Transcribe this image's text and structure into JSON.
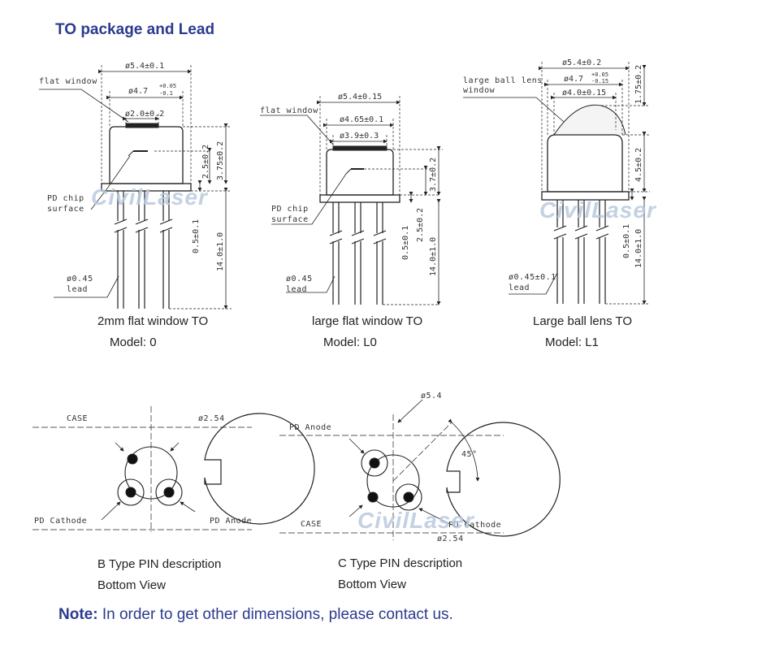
{
  "page": {
    "title": "TO package and Lead",
    "note_label": "Note:",
    "note_text": " In order to get other dimensions, please contact us.",
    "watermark": "CivilLaser"
  },
  "packages": [
    {
      "caption": "2mm flat window TO",
      "model": "Model: 0",
      "labels": {
        "window": "flat window",
        "chip": "PD chip",
        "chip2": "surface",
        "lead": "ø0.45",
        "lead2": "lead"
      },
      "dims": {
        "outer": "ø5.4±0.1",
        "cap": "ø4.7",
        "cap_tol_up": "+0.05",
        "cap_tol_dn": "-0.1",
        "window_d": "ø2.0±0.2",
        "h1": "2.5±0.2",
        "h2": "3.75±0.2",
        "flange": "0.5±0.1",
        "lead_len": "14.0±1.0"
      }
    },
    {
      "caption": "large flat window TO",
      "model": "Model: L0",
      "labels": {
        "window": "flat window",
        "chip": "PD chip",
        "chip2": "surface",
        "lead": "ø0.45",
        "lead2": "lead"
      },
      "dims": {
        "outer": "ø5.4±0.15",
        "cap": "ø4.65±0.1",
        "window_d": "ø3.9±0.3",
        "h1": "3.7±0.2",
        "h2": "2.5±0.2",
        "flange": "0.5±0.1",
        "lead_len": "14.0±1.0"
      }
    },
    {
      "caption": "Large ball lens TO",
      "model": "Model: L1",
      "labels": {
        "window": "large ball lens",
        "window2": "window",
        "lead": "ø0.45±0.1",
        "lead2": "lead"
      },
      "dims": {
        "outer": "ø5.4±0.2",
        "cap": "ø4.7",
        "cap_tol_up": "+0.05",
        "cap_tol_dn": "-0.15",
        "lens": "ø4.0±0.15",
        "h0": "1.75±0.2",
        "h1": "4.5±0.2",
        "flange": "0.5±0.1",
        "lead_len": "14.0±1.0"
      }
    }
  ],
  "pin_views": [
    {
      "caption": "B Type PIN description",
      "sub": "Bottom View",
      "labels": {
        "case": "CASE",
        "dia": "ø2.54",
        "cathode": "PD Cathode",
        "anode": "PD Anode"
      }
    },
    {
      "caption": "C Type PIN description",
      "sub": "Bottom View",
      "labels": {
        "dia_outer": "ø5.4",
        "anode": "PD Anode",
        "angle": "45°",
        "case": "CASE",
        "cathode": "PD Cathode",
        "dia": "ø2.54"
      }
    }
  ]
}
